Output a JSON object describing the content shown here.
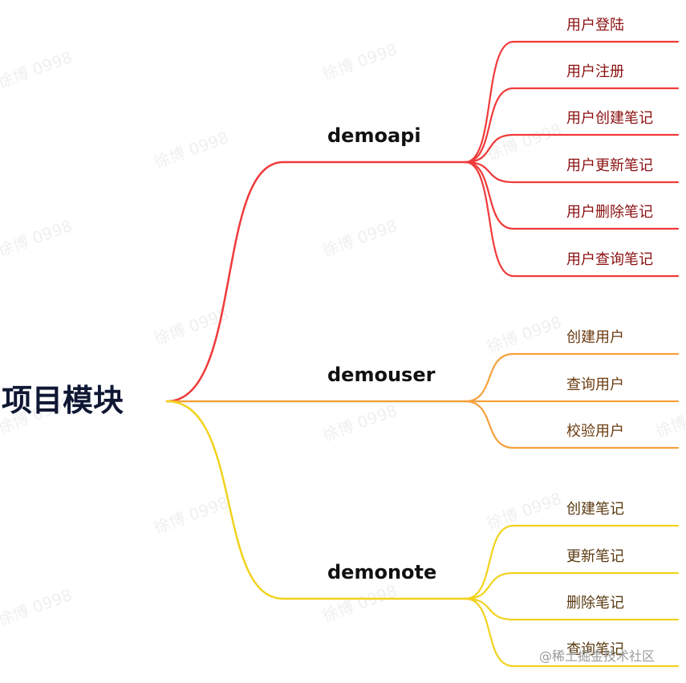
{
  "root": {
    "label": "项目模块"
  },
  "branches": [
    {
      "label": "demoapi",
      "color": "#f03a3a",
      "text_color": "#8b1010",
      "children": [
        "用户登陆",
        "用户注册",
        "用户创建笔记",
        "用户更新笔记",
        "用户删除笔记",
        "用户查询笔记"
      ]
    },
    {
      "label": "demouser",
      "color": "#f5a13c",
      "text_color": "#6b3b10",
      "children": [
        "创建用户",
        "查询用户",
        "校验用户"
      ]
    },
    {
      "label": "demonote",
      "color": "#f2d21c",
      "text_color": "#5a3a10",
      "children": [
        "创建笔记",
        "更新笔记",
        "删除笔记",
        "查询笔记"
      ]
    }
  ],
  "watermark": {
    "text": "徐博 0998"
  },
  "credit": {
    "text": "@稀土掘金技术社区"
  }
}
